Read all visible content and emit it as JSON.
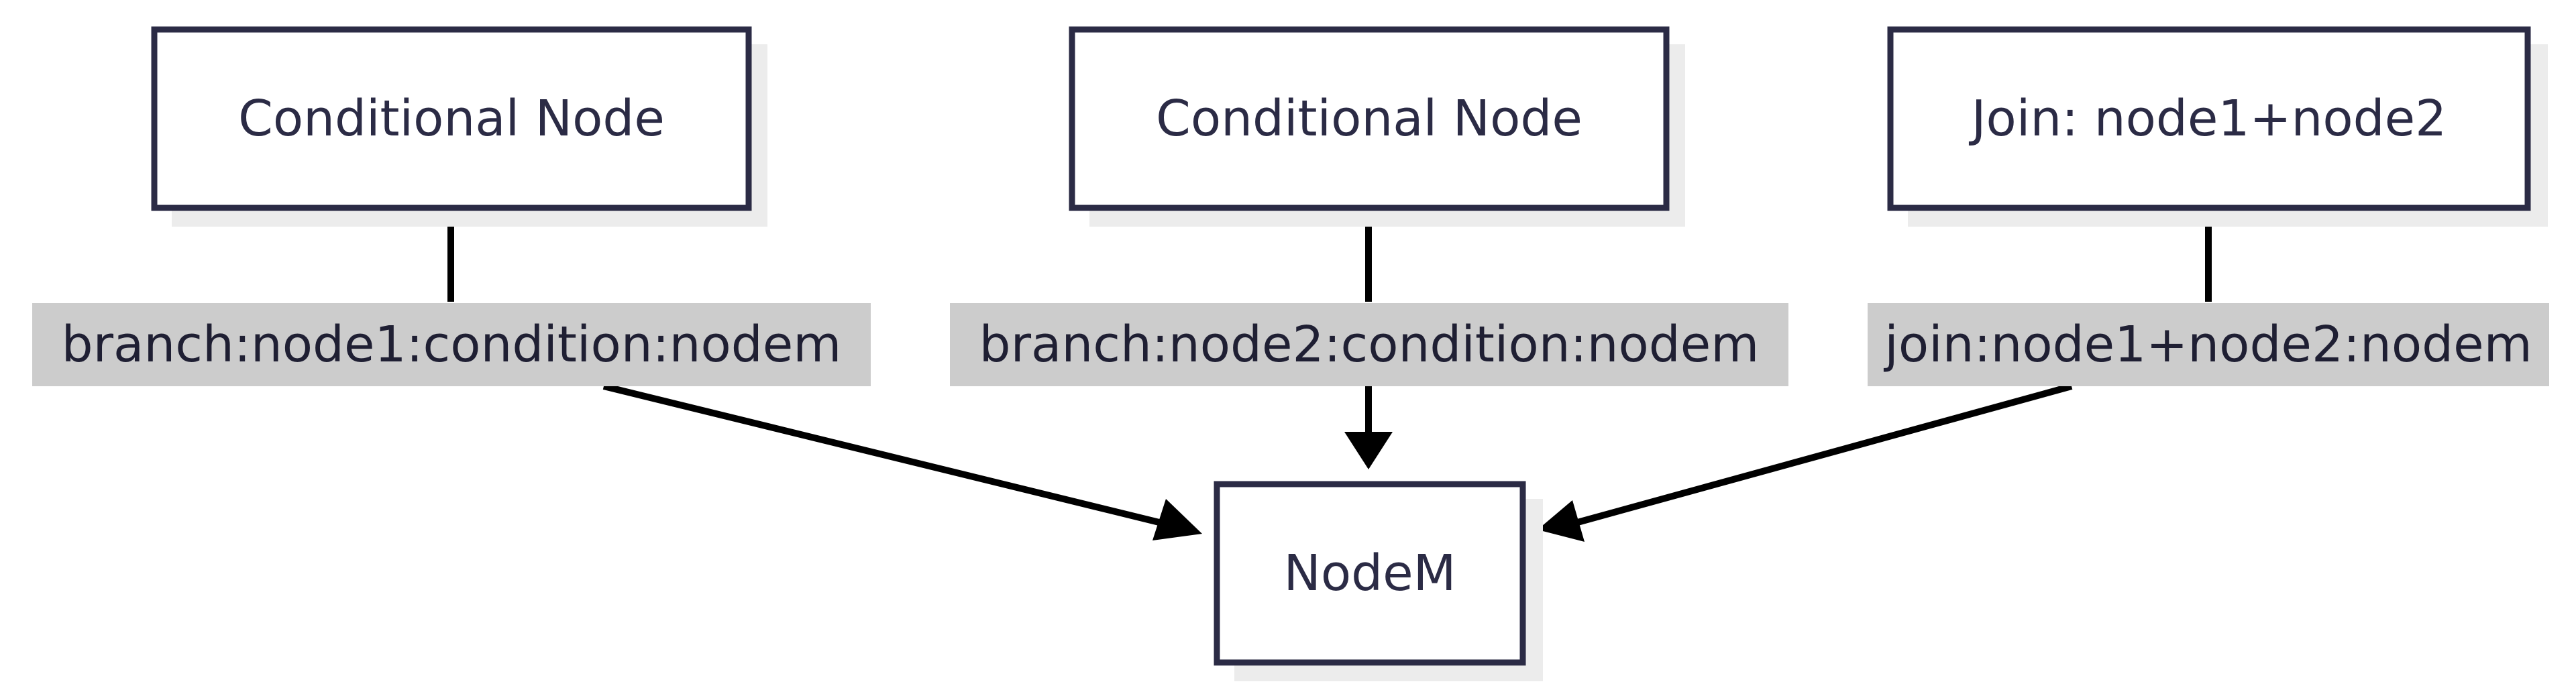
{
  "colors": {
    "node_fill": "#ffffff",
    "node_border": "#2b2b45",
    "node_shadow": "#ececec",
    "edge_line": "#000000",
    "edge_label_bg": "#cccccc",
    "text": "#2b2b45"
  },
  "nodes": {
    "cond1": {
      "label": "Conditional Node"
    },
    "cond2": {
      "label": "Conditional Node"
    },
    "join": {
      "label": "Join: node1+node2"
    },
    "nodem": {
      "label": "NodeM"
    }
  },
  "edges": [
    {
      "from": "cond1",
      "to": "nodem",
      "label": "branch:node1:condition:nodem"
    },
    {
      "from": "cond2",
      "to": "nodem",
      "label": "branch:node2:condition:nodem"
    },
    {
      "from": "join",
      "to": "nodem",
      "label": "join:node1+node2:nodem"
    }
  ]
}
